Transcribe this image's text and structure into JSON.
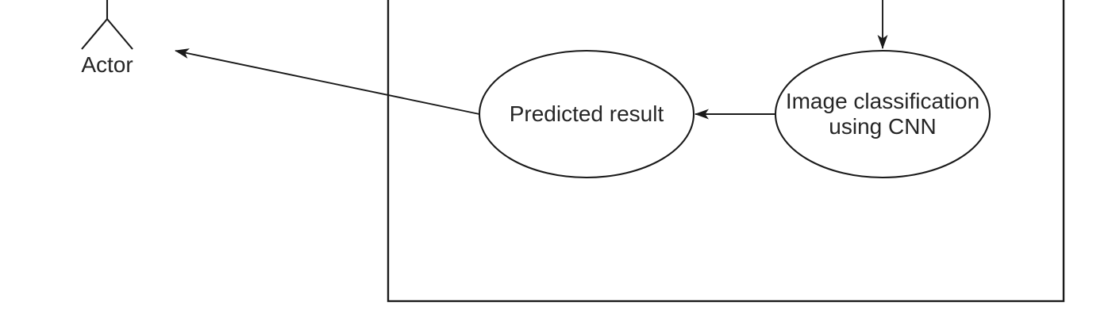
{
  "diagram": {
    "kind": "use-case-diagram",
    "colors": {
      "background": "#ffffff",
      "stroke": "#1a1a1a",
      "text": "#262626"
    },
    "actor": {
      "label": "Actor"
    },
    "system_boundary": {
      "description": "unlabeled system boundary rectangle, top edge cropped off-screen"
    },
    "nodes": [
      {
        "id": "predicted-result",
        "shape": "ellipse",
        "label": "Predicted result"
      },
      {
        "id": "image-classification",
        "shape": "ellipse",
        "label": "Image classification using CNN"
      }
    ],
    "edges": [
      {
        "from": "off-screen-top",
        "to": "image-classification",
        "arrow": "down"
      },
      {
        "from": "image-classification",
        "to": "predicted-result",
        "arrow": "left"
      },
      {
        "from": "predicted-result",
        "to": "actor",
        "arrow": "up-left"
      }
    ]
  }
}
